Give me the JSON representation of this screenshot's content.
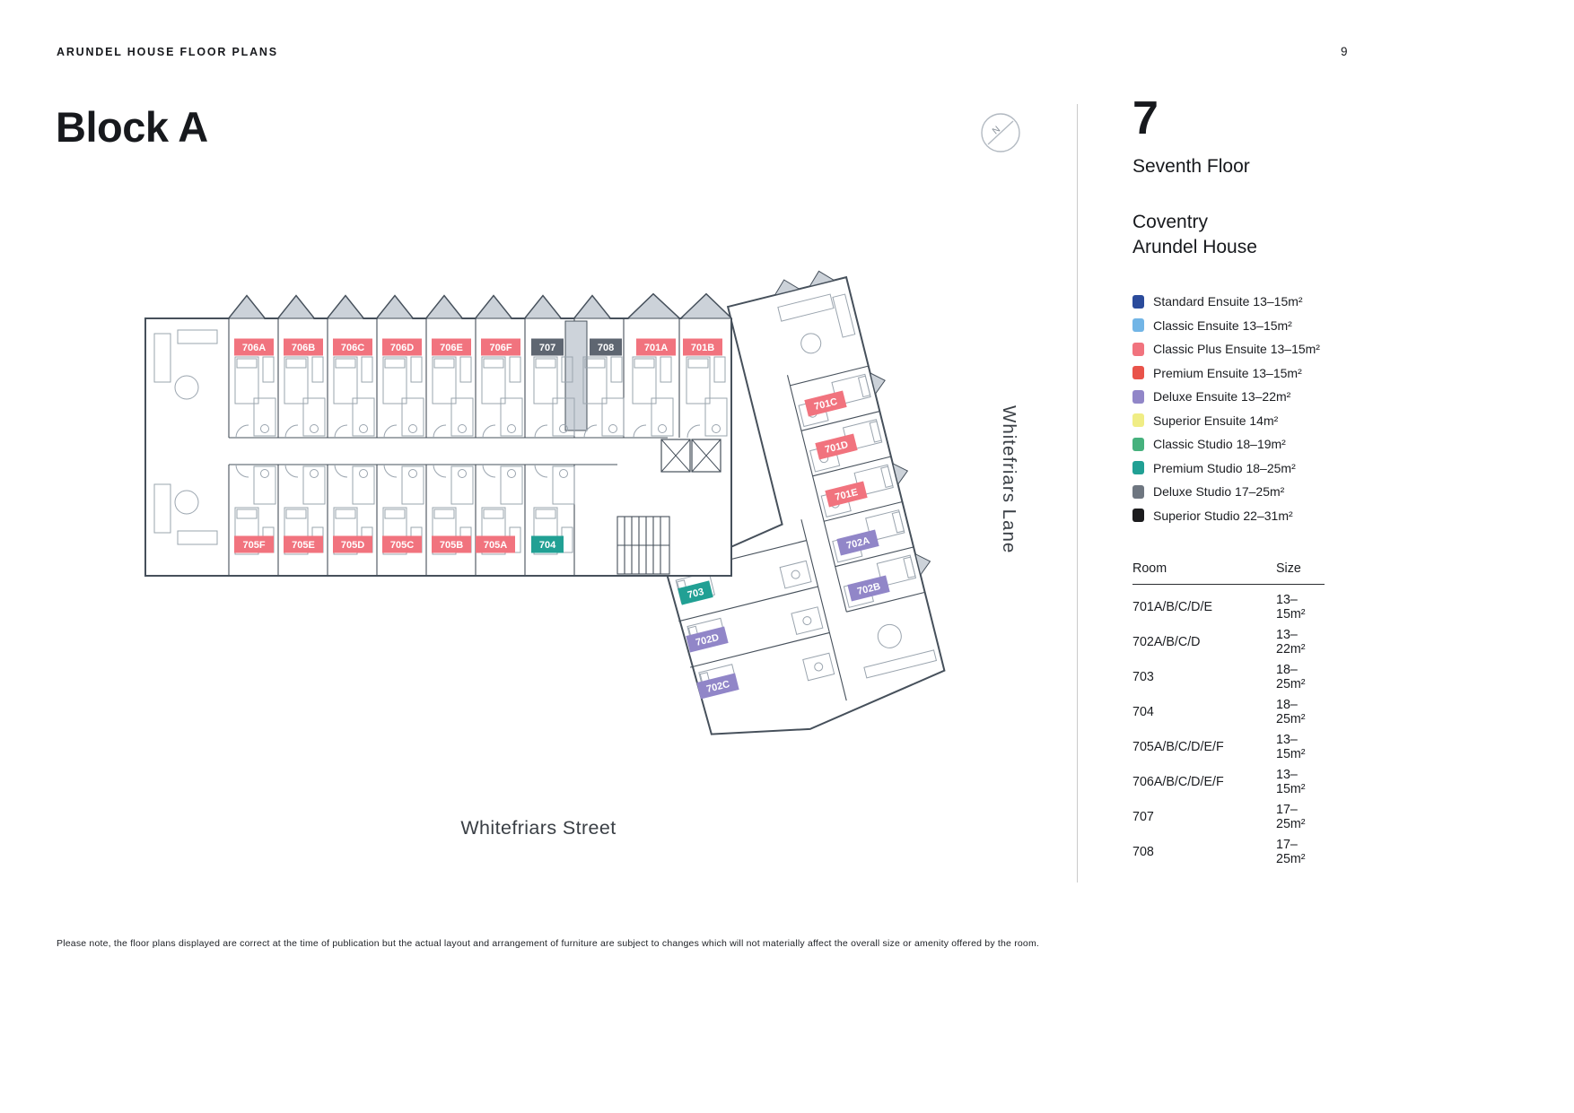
{
  "page": {
    "header_title": "ARUNDEL HOUSE FLOOR PLANS",
    "page_number": "9",
    "block_title": "Block A",
    "disclaimer": "Please note, the floor plans displayed are correct at the time of publication but the actual layout and arrangement of furniture are subject to changes which will not materially affect the overall size or amenity offered by the room."
  },
  "floor": {
    "number": "7",
    "name": "Seventh Floor",
    "location_line1": "Coventry",
    "location_line2": "Arundel House"
  },
  "plan": {
    "street_bottom": "Whitefriars Street",
    "street_right": "Whitefriars Lane",
    "compass_label": "N",
    "rooms": [
      {
        "label": "706A",
        "color": "#F1737E"
      },
      {
        "label": "706B",
        "color": "#F1737E"
      },
      {
        "label": "706C",
        "color": "#F1737E"
      },
      {
        "label": "706D",
        "color": "#F1737E"
      },
      {
        "label": "706E",
        "color": "#F1737E"
      },
      {
        "label": "706F",
        "color": "#F1737E"
      },
      {
        "label": "707",
        "color": "#5E6671"
      },
      {
        "label": "708",
        "color": "#5E6671"
      },
      {
        "label": "701A",
        "color": "#F1737E"
      },
      {
        "label": "701B",
        "color": "#F1737E"
      },
      {
        "label": "705F",
        "color": "#F1737E"
      },
      {
        "label": "705E",
        "color": "#F1737E"
      },
      {
        "label": "705D",
        "color": "#F1737E"
      },
      {
        "label": "705C",
        "color": "#F1737E"
      },
      {
        "label": "705B",
        "color": "#F1737E"
      },
      {
        "label": "705A",
        "color": "#F1737E"
      },
      {
        "label": "704",
        "color": "#21A094"
      },
      {
        "label": "701C",
        "color": "#F1737E"
      },
      {
        "label": "701D",
        "color": "#F1737E"
      },
      {
        "label": "701E",
        "color": "#F1737E"
      },
      {
        "label": "702A",
        "color": "#9186C8"
      },
      {
        "label": "702B",
        "color": "#9186C8"
      },
      {
        "label": "703",
        "color": "#21A094"
      },
      {
        "label": "702D",
        "color": "#9186C8"
      },
      {
        "label": "702C",
        "color": "#9186C8"
      }
    ]
  },
  "legend": [
    {
      "label": "Standard Ensuite 13–15m²",
      "color": "#2B4B9B"
    },
    {
      "label": "Classic Ensuite 13–15m²",
      "color": "#72B5E6"
    },
    {
      "label": "Classic Plus Ensuite 13–15m²",
      "color": "#F1737E"
    },
    {
      "label": "Premium Ensuite 13–15m²",
      "color": "#E9534A"
    },
    {
      "label": "Deluxe Ensuite 13–22m²",
      "color": "#9186C8"
    },
    {
      "label": "Superior Ensuite 14m²",
      "color": "#F0ED85"
    },
    {
      "label": "Classic Studio 18–19m²",
      "color": "#46B17D"
    },
    {
      "label": "Premium Studio 18–25m²",
      "color": "#21A094"
    },
    {
      "label": "Deluxe Studio 17–25m²",
      "color": "#6E7680"
    },
    {
      "label": "Superior Studio 22–31m²",
      "color": "#1C1C1E"
    }
  ],
  "room_table": {
    "header_room": "Room",
    "header_size": "Size",
    "rows": [
      {
        "room": "701A/B/C/D/E",
        "size": "13–15m²"
      },
      {
        "room": "702A/B/C/D",
        "size": "13–22m²"
      },
      {
        "room": "703",
        "size": "18–25m²"
      },
      {
        "room": "704",
        "size": "18–25m²"
      },
      {
        "room": "705A/B/C/D/E/F",
        "size": "13–15m²"
      },
      {
        "room": "706A/B/C/D/E/F",
        "size": "13–15m²"
      },
      {
        "room": "707",
        "size": "17–25m²"
      },
      {
        "room": "708",
        "size": "17–25m²"
      }
    ]
  }
}
